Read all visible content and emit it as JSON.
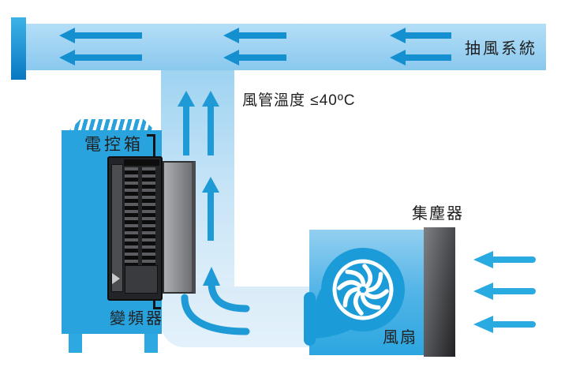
{
  "labels": {
    "exhaust_system": "抽風系統",
    "duct_temperature": "風管溫度 ≤40ºC",
    "control_box": "電控箱",
    "inverter": "變頻器",
    "dust_collector": "集塵器",
    "fan": "風扇"
  },
  "colors": {
    "top_duct_blue": "#9ED3F1",
    "riser_pale_blue": "#DDEEF9",
    "duct_arrow_blue": "#148FD0",
    "inlet_arrow_blue": "#29ABE2",
    "cabinet_blue": "#29A3DE",
    "fan_volute_blue": "#1B9CD8",
    "end_cap_blue": "#0978C2",
    "dust_collector_dark": "#212124",
    "text_color": "#1F1F1F"
  }
}
